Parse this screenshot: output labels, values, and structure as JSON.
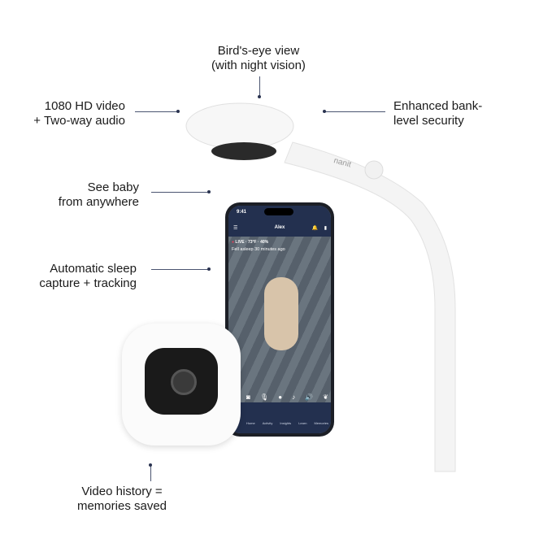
{
  "features": {
    "birds_eye": [
      "Bird's-eye view",
      "(with night vision)"
    ],
    "hd_video": [
      "1080 HD video",
      "+ Two-way audio"
    ],
    "security": [
      "Enhanced bank-",
      "level security"
    ],
    "see_baby": [
      "See baby",
      "from anywhere"
    ],
    "sleep": [
      "Automatic sleep",
      "capture + tracking"
    ],
    "history": [
      "Video history =",
      "memories saved"
    ]
  },
  "brand": "nanit",
  "phone": {
    "time": "9:41",
    "title": "Alex",
    "live": "LIVE",
    "temp": "73°F",
    "humidity": "40%",
    "status": "Fell asleep 30 minutes ago",
    "nav": [
      "Home",
      "Activity",
      "Insights",
      "Learn",
      "Memories"
    ]
  },
  "colors": {
    "navy": "#23304f",
    "accent": "#e0405a"
  }
}
